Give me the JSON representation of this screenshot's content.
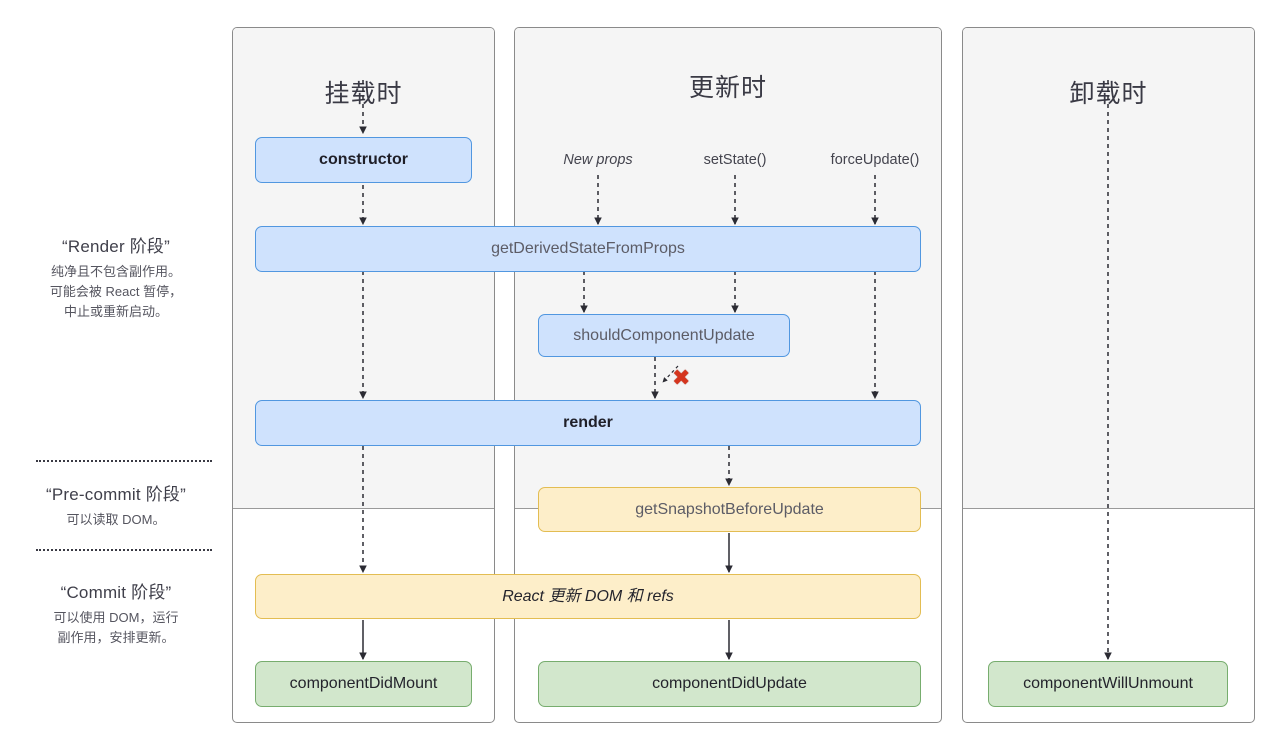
{
  "legend": [
    {
      "id": "render-phase",
      "title": "“Render 阶段”",
      "body": "纯净且不包含副作用。\n可能会被 React 暂停，\n中止或重新启动。"
    },
    {
      "id": "pre-commit-phase",
      "title": "“Pre-commit 阶段”",
      "body": "可以读取 DOM。"
    },
    {
      "id": "commit-phase",
      "title": "“Commit 阶段”",
      "body": "可以使用 DOM，运行\n副作用，安排更新。"
    }
  ],
  "columns": [
    {
      "id": "mounting",
      "title": "挂载时"
    },
    {
      "id": "updating",
      "title": "更新时"
    },
    {
      "id": "unmounting",
      "title": "卸载时"
    }
  ],
  "triggers": [
    {
      "id": "new-props",
      "label": "New props",
      "italic": true
    },
    {
      "id": "set-state",
      "label": "setState()",
      "italic": false
    },
    {
      "id": "force-update",
      "label": "forceUpdate()",
      "italic": false
    }
  ],
  "nodes": [
    {
      "id": "constructor",
      "label": "constructor",
      "color": "blue"
    },
    {
      "id": "get-derived-state-from-props",
      "label": "getDerivedStateFromProps",
      "color": "blue"
    },
    {
      "id": "should-component-update",
      "label": "shouldComponentUpdate",
      "color": "blue"
    },
    {
      "id": "render",
      "label": "render",
      "color": "blue"
    },
    {
      "id": "get-snapshot-before-update",
      "label": "getSnapshotBeforeUpdate",
      "color": "yellow"
    },
    {
      "id": "react-updates-dom-and-refs",
      "label": "React 更新 DOM 和 refs",
      "color": "yellow"
    },
    {
      "id": "component-did-mount",
      "label": "componentDidMount",
      "color": "green"
    },
    {
      "id": "component-did-update",
      "label": "componentDidUpdate",
      "color": "green"
    },
    {
      "id": "component-will-unmount",
      "label": "componentWillUnmount",
      "color": "green"
    }
  ],
  "annotations": {
    "skip_update_mark": "✖"
  },
  "colors": {
    "blue_fill": "#cfe2fd",
    "blue_border": "#5197e0",
    "yellow_fill": "#fdeec9",
    "yellow_border": "#e3bd52",
    "green_fill": "#d2e7cc",
    "green_border": "#77ad6e",
    "band_bg": "#f5f5f5",
    "column_border": "#8a8a8a",
    "x_mark": "#d5351e",
    "wire": "#2b2b33"
  }
}
